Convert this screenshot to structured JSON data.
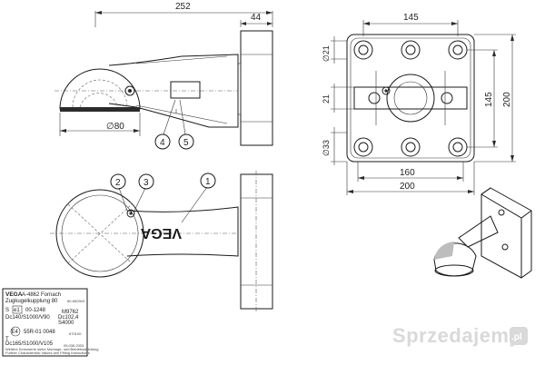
{
  "dimensions": {
    "width_252": "252",
    "width_44": "44",
    "dia_80": "∅80",
    "top_145": "145",
    "dia_21": "∅21",
    "mid_21": "21",
    "right_145": "145",
    "right_200": "200",
    "dia_33": "∅33",
    "bottom_160": "160",
    "bottom_200": "200"
  },
  "callouts": {
    "c1": "1",
    "c2": "2",
    "c3": "3",
    "c4": "4",
    "c5": "5"
  },
  "brand_mark": "VEGA",
  "plate": {
    "line1_brand": "VEGA",
    "line1_addr": "A-4862 Fornach",
    "line2_desc": "Zugkugelkupplung 80",
    "line2_code": "80-650903",
    "row_s_label": "S",
    "row_s_e1": "e1",
    "row_s_num": "00-1248",
    "row_s_m": "M9762",
    "row_d_left": "Dc140/S1000/V90",
    "row_d_right": "Dc102,4",
    "row_s4000": "S4000",
    "row_e_mark": "E4",
    "row_e_code": "55R-01 0048",
    "row_e_right": "670100",
    "row_t_label": "T",
    "row_dc_text": "Dc165/S1000/V105",
    "small_date": "05.036.2003",
    "note1": "Weitere Kennwerte siehe Montage- und Betriebsanleitung",
    "note2": "Further Characteristic Values see Fitting Instructions"
  },
  "watermark": {
    "text": "Sprzedajemy",
    "badge": ".pl"
  }
}
